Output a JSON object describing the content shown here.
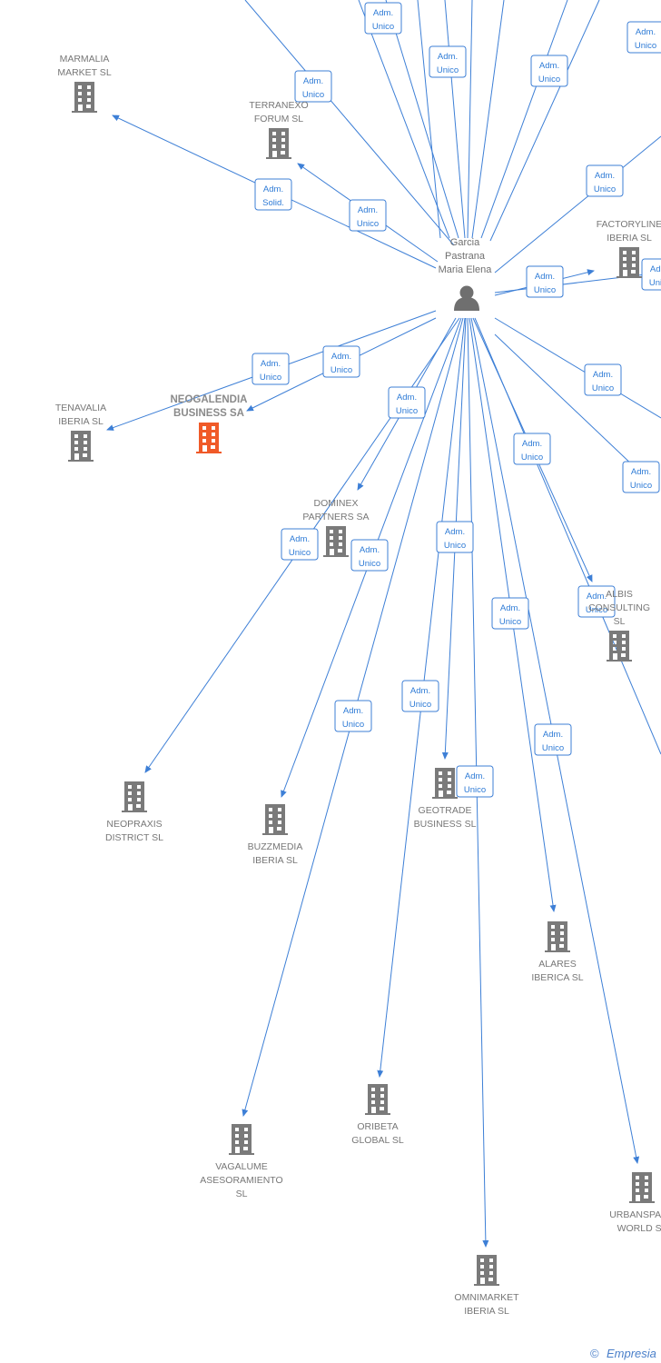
{
  "person": {
    "name_lines": [
      "Garcia",
      "Pastrana",
      "Maria Elena"
    ]
  },
  "companies": [
    {
      "id": "marmalia",
      "lines": [
        "MARMALIA",
        "MARKET  SL"
      ],
      "focus": false
    },
    {
      "id": "terranexo",
      "lines": [
        "TERRANEXO",
        "FORUM  SL"
      ],
      "focus": false
    },
    {
      "id": "factoryline",
      "lines": [
        "FACTORYLINE",
        "IBERIA  SL"
      ],
      "focus": false
    },
    {
      "id": "tenavalia",
      "lines": [
        "TENAVALIA",
        "IBERIA  SL"
      ],
      "focus": false
    },
    {
      "id": "neogalendia",
      "lines": [
        "NEOGALENDIA",
        "BUSINESS SA"
      ],
      "focus": true
    },
    {
      "id": "dominex",
      "lines": [
        "DOMINEX",
        "PARTNERS SA"
      ],
      "focus": false
    },
    {
      "id": "albis",
      "lines": [
        "ALBIS",
        "CONSULTING",
        "SL"
      ],
      "focus": false
    },
    {
      "id": "neopraxis",
      "lines": [
        "NEOPRAXIS",
        "DISTRICT  SL"
      ],
      "focus": false
    },
    {
      "id": "buzzmedia",
      "lines": [
        "BUZZMEDIA",
        "IBERIA  SL"
      ],
      "focus": false
    },
    {
      "id": "geotrade",
      "lines": [
        "GEOTRADE",
        "BUSINESS  SL"
      ],
      "focus": false
    },
    {
      "id": "alares",
      "lines": [
        "ALARES",
        "IBERICA  SL"
      ],
      "focus": false
    },
    {
      "id": "oribeta",
      "lines": [
        "ORIBETA",
        "GLOBAL  SL"
      ],
      "focus": false
    },
    {
      "id": "vagalume",
      "lines": [
        "VAGALUME",
        "ASESORAMIENTO",
        "SL"
      ],
      "focus": false
    },
    {
      "id": "urbanspace",
      "lines": [
        "URBANSPACE",
        "WORLD  SL"
      ],
      "focus": false
    },
    {
      "id": "omnimarket",
      "lines": [
        "OMNIMARKET",
        "IBERIA  SL"
      ],
      "focus": false
    }
  ],
  "roles": [
    {
      "lines": [
        "Adm.",
        "Unico"
      ]
    },
    {
      "lines": [
        "Adm.",
        "Unico"
      ]
    },
    {
      "lines": [
        "Adm.",
        "Unico"
      ]
    },
    {
      "lines": [
        "Adm.",
        "Unico"
      ]
    },
    {
      "lines": [
        "Adm.",
        "Unico"
      ]
    },
    {
      "lines": [
        "Adm.",
        "Solid."
      ]
    },
    {
      "lines": [
        "Adm.",
        "Unico"
      ]
    },
    {
      "lines": [
        "Adm.",
        "Unico"
      ]
    },
    {
      "lines": [
        "Adm.",
        "Unico"
      ]
    },
    {
      "lines": [
        "Adm.",
        "Unico"
      ]
    },
    {
      "lines": [
        "Adm.",
        "Unico"
      ]
    },
    {
      "lines": [
        "Adm.",
        "Unico"
      ]
    },
    {
      "lines": [
        "Adm.",
        "Unico"
      ]
    },
    {
      "lines": [
        "Adm.",
        "Unico"
      ]
    },
    {
      "lines": [
        "Adm.",
        "Unico"
      ]
    },
    {
      "lines": [
        "Adm.",
        "Unico"
      ]
    },
    {
      "lines": [
        "Adm.",
        "Unico"
      ]
    },
    {
      "lines": [
        "Adm.",
        "Unico"
      ]
    },
    {
      "lines": [
        "Adm.",
        "Unico"
      ]
    },
    {
      "lines": [
        "Adm.",
        "Unico"
      ]
    },
    {
      "lines": [
        "Adm.",
        "Unico"
      ]
    },
    {
      "lines": [
        "Adm.",
        "Unico"
      ]
    },
    {
      "lines": [
        "Adm.",
        "Unico"
      ]
    },
    {
      "lines": [
        "Adm.",
        "Unico"
      ]
    },
    {
      "lines": [
        "Adm.",
        "Unico"
      ]
    },
    {
      "lines": [
        "Adm.",
        "Unico"
      ]
    }
  ],
  "colors": {
    "edge": "#3d7fd6",
    "building": "#7a7a7a",
    "focus_building": "#f05a28",
    "person": "#6f6f6f"
  },
  "footer": {
    "symbol": "©",
    "brand": "Empresia"
  }
}
